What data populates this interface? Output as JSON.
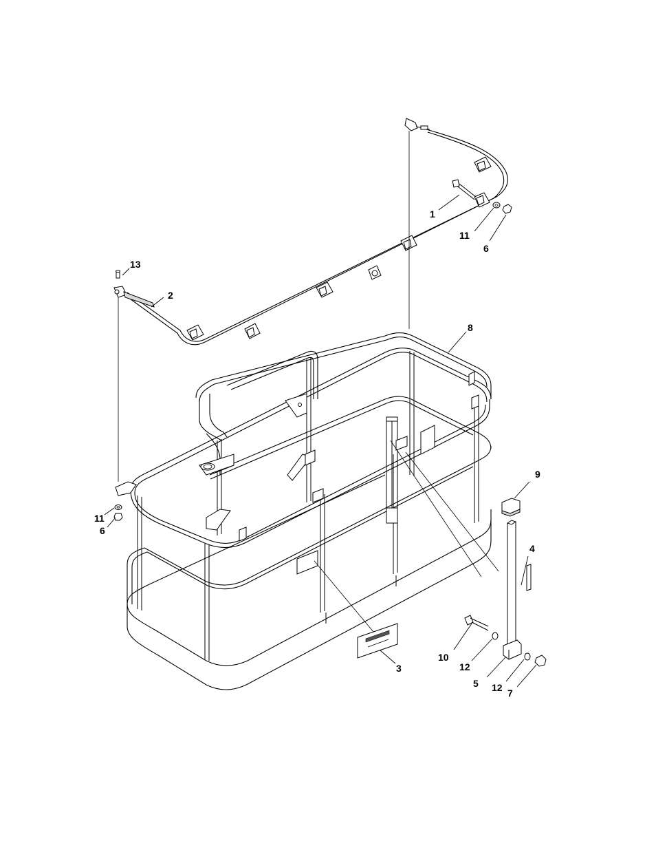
{
  "callouts": {
    "c1": "1",
    "c2": "2",
    "c3": "3",
    "c4": "4",
    "c5": "5",
    "c6a": "6",
    "c6b": "6",
    "c7": "7",
    "c8": "8",
    "c9": "9",
    "c10": "10",
    "c11a": "11",
    "c11b": "11",
    "c12a": "12",
    "c12b": "12",
    "c13": "13"
  },
  "colors": {
    "line": "#000000",
    "background": "#ffffff"
  }
}
